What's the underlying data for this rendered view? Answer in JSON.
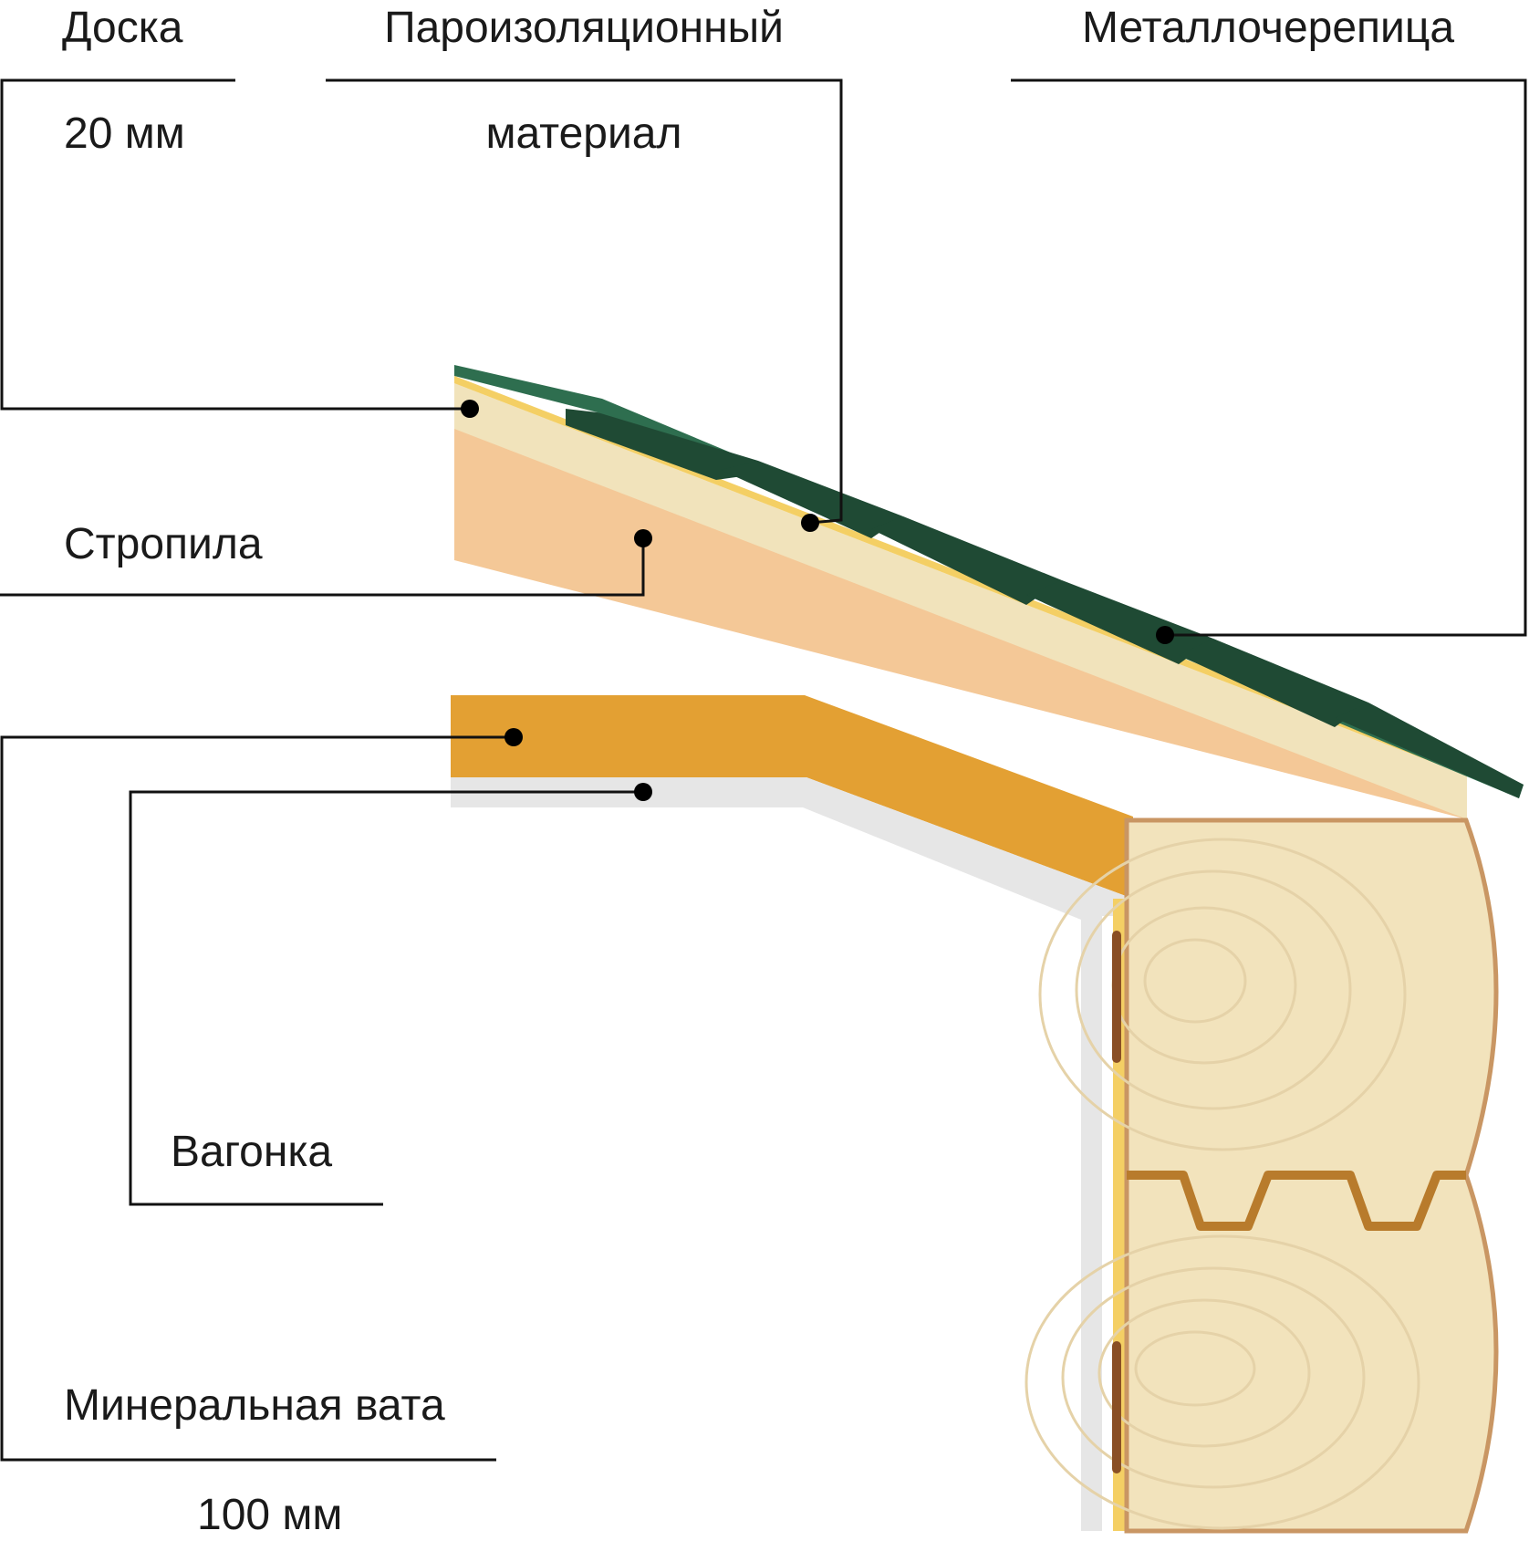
{
  "labels": {
    "board": {
      "line1": "Доска",
      "line2": "20 мм"
    },
    "vapor_barrier": {
      "line1": "Пароизоляционный",
      "line2": "материал"
    },
    "metal_tile": {
      "line1": "Металлочерепица"
    },
    "rafters": {
      "line1": "Стропила"
    },
    "lining": {
      "line1": "Вагонка"
    },
    "mineral_wool": {
      "line1": "Минеральная вата",
      "line2": "100 мм"
    }
  },
  "colors": {
    "roof_green": "#2e6e4f",
    "roof_green_dark": "#1f4a34",
    "sheathing": "#f1e3bb",
    "membrane": "#f4cf64",
    "rafter": "#f4c897",
    "mineral_wool": "#e3a033",
    "lining": "#e6e6e6",
    "log": "#f2e3bc",
    "log_outline": "#c99663",
    "log_groove": "#b87b2c",
    "dowel": "#8a4f25"
  }
}
